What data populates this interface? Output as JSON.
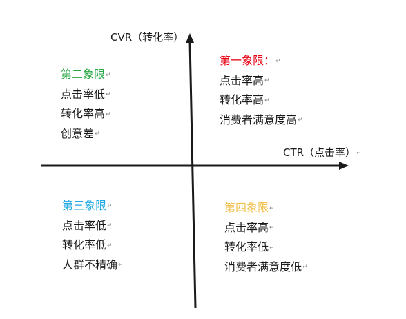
{
  "colors": {
    "axis": "#1a1a1a",
    "text": "#1a1a1a",
    "mark": "#8a8a8a",
    "q1_title": "#e60012",
    "q2_title": "#27a844",
    "q3_title": "#1fa8e0",
    "q4_title": "#f2c14e"
  },
  "paragraph_mark": "↵",
  "axes": {
    "y_label": "CVR（转化率）",
    "x_label": "CTR（点击率）"
  },
  "quadrants": {
    "q1": {
      "title": "第一象限：",
      "lines": [
        "点击率高",
        "转化率高",
        "消费者满意度高"
      ]
    },
    "q2": {
      "title": "第二象限",
      "lines": [
        "点击率低",
        "转化率高",
        "创意差"
      ]
    },
    "q3": {
      "title": "第三象限",
      "lines": [
        "点击率低",
        "转化率低",
        "人群不精确"
      ]
    },
    "q4": {
      "title": "第四象限",
      "lines": [
        "点击率高",
        "转化率低",
        "消费者满意度低"
      ]
    }
  }
}
